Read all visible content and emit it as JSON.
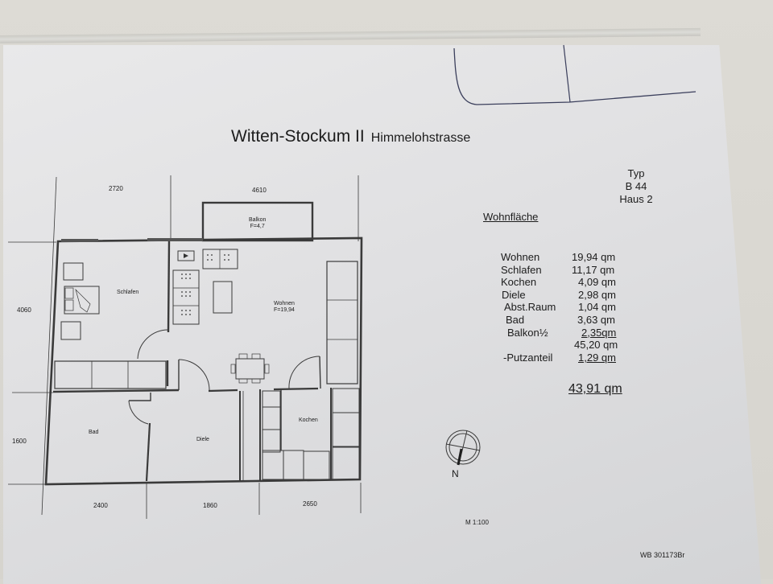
{
  "document": {
    "title": "Witten-Stockum II",
    "subtitle": "Himmelohstrasse",
    "type_block": {
      "line1": "Typ",
      "line2": "B 44",
      "line3": "Haus 2"
    },
    "living_area_heading": "Wohnfläche",
    "areas": [
      {
        "room": "Wohnen",
        "value": "19,94 qm",
        "underlined": false
      },
      {
        "room": "Schlafen",
        "value": "11,17 qm",
        "underlined": false
      },
      {
        "room": "Kochen",
        "value": "4,09 qm",
        "underlined": false
      },
      {
        "room": "Diele",
        "value": "2,98 qm",
        "underlined": false
      },
      {
        "room": "Abst.Raum",
        "value": "1,04 qm",
        "underlined": false
      },
      {
        "room": "Bad",
        "value": "3,63 qm",
        "underlined": false
      },
      {
        "room": "Balkon½",
        "value": "2,35qm",
        "underlined": true
      },
      {
        "room": "",
        "value": "45,20 qm",
        "underlined": false
      },
      {
        "room": "-Putzanteil",
        "value": "1,29 qm",
        "underlined": true
      }
    ],
    "total": "43,91 qm",
    "scale": "M 1:100",
    "reference": "WB 301173Br",
    "north_label": "N"
  },
  "floor_plan": {
    "rooms": {
      "balkon": {
        "name": "Balkon",
        "area": "F=4,7"
      },
      "schlafen": {
        "name": "Schlafen"
      },
      "wohnen": {
        "name": "Wohnen",
        "area": "F=19,94"
      },
      "bad": {
        "name": "Bad"
      },
      "diele": {
        "name": "Diele"
      },
      "kochen": {
        "name": "Kochen"
      }
    },
    "dimensions": {
      "top_left": "2720",
      "top_right": "4610",
      "left_upper": "4060",
      "left_lower": "1600",
      "bottom_1": "2400",
      "bottom_2": "1860",
      "bottom_3": "2650"
    }
  }
}
